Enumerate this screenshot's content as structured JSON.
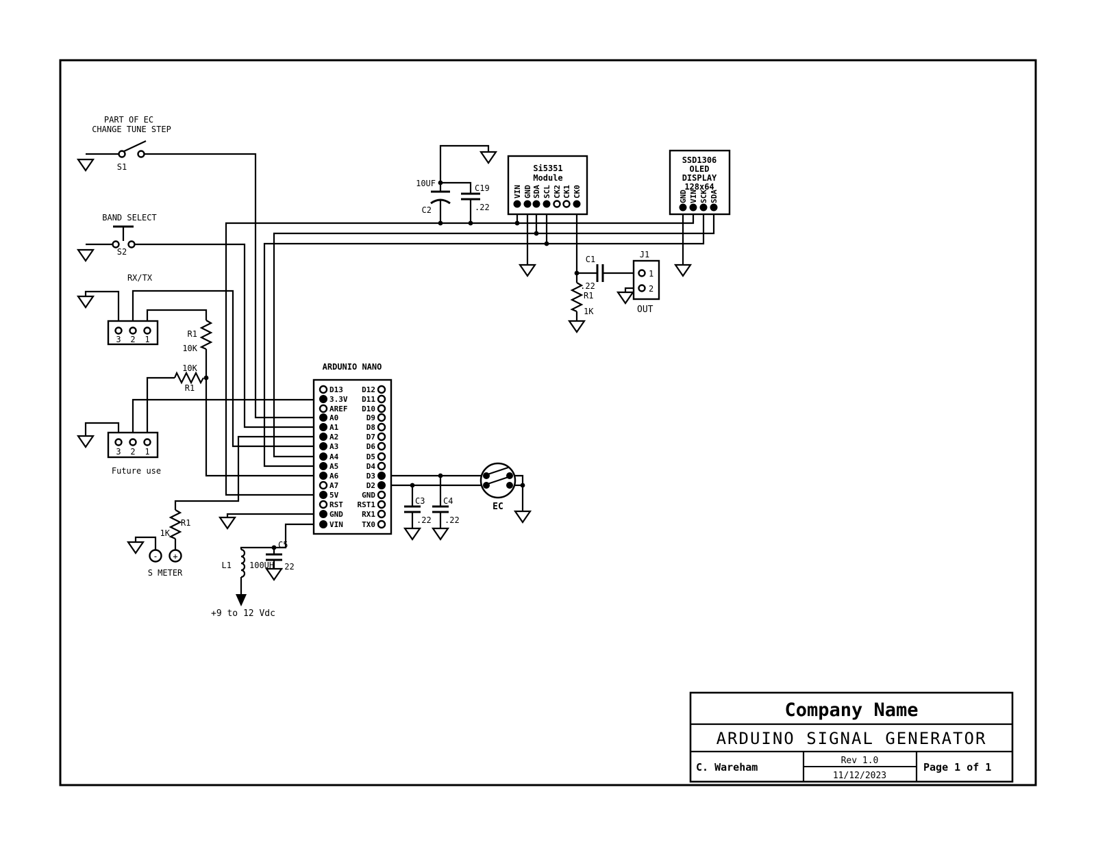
{
  "schematic": {
    "s1": {
      "caption1": "PART OF EC",
      "caption2": "CHANGE TUNE STEP",
      "ref": "S1"
    },
    "s2": {
      "caption": "BAND SELECT",
      "ref": "S2"
    },
    "rxtx": {
      "caption": "RX/TX",
      "pins": [
        "3",
        "2",
        "1"
      ]
    },
    "future": {
      "caption": "Future use",
      "pins": [
        "3",
        "2",
        "1"
      ]
    },
    "r_pullup": {
      "ref": "R1",
      "value": "10K"
    },
    "r_series": {
      "value": "10K",
      "ref": "R1"
    },
    "r_meter": {
      "value": "1K",
      "ref": "R1"
    },
    "meter": {
      "label": "S METER",
      "minus": "-",
      "plus": "+"
    },
    "arduino": {
      "title": "ARDUNIO NANO",
      "left_pins": [
        "D13",
        "3.3V",
        "AREF",
        "A0",
        "A1",
        "A2",
        "A3",
        "A4",
        "A5",
        "A6",
        "A7",
        "5V",
        "RST",
        "GND",
        "VIN"
      ],
      "right_pins": [
        "D12",
        "D11",
        "D10",
        "D9",
        "D8",
        "D7",
        "D6",
        "D5",
        "D4",
        "D3",
        "D2",
        "GND",
        "RST1",
        "RX1",
        "TX0"
      ]
    },
    "c2": {
      "ref": "C2",
      "value": "10UF"
    },
    "c19": {
      "ref": "C19",
      "value": ".22"
    },
    "si5351": {
      "title1": "Si5351",
      "title2": "Module",
      "pins": [
        "VIN",
        "GND",
        "SDA",
        "SCL",
        "CK2",
        "CK1",
        "CK0"
      ]
    },
    "oled": {
      "title1": "SSD1306",
      "title2": "OLED",
      "title3": "DISPLAY",
      "title4": "128x64",
      "pins": [
        "GND",
        "VIN",
        "SCK",
        "SDA"
      ]
    },
    "c1": {
      "ref": "C1",
      "value": ".22"
    },
    "j1": {
      "ref": "J1",
      "pin1": "1",
      "pin2": "2",
      "label": "OUT"
    },
    "r_out": {
      "ref": "R1",
      "value": "1K"
    },
    "c3": {
      "ref": "C3",
      "value": ".22"
    },
    "c4": {
      "ref": "C4",
      "value": ".22"
    },
    "ec": {
      "ref": "EC"
    },
    "c5": {
      "ref": "C5",
      "value": ".22"
    },
    "l1": {
      "ref": "L1",
      "value": "100UH"
    },
    "power_label": "+9 to 12 Vdc"
  },
  "title_block": {
    "company": "Company Name",
    "title": "ARDUINO SIGNAL GENERATOR",
    "author": "C. Wareham",
    "rev": "Rev 1.0",
    "date": "11/12/2023",
    "page": "Page 1 of 1"
  }
}
